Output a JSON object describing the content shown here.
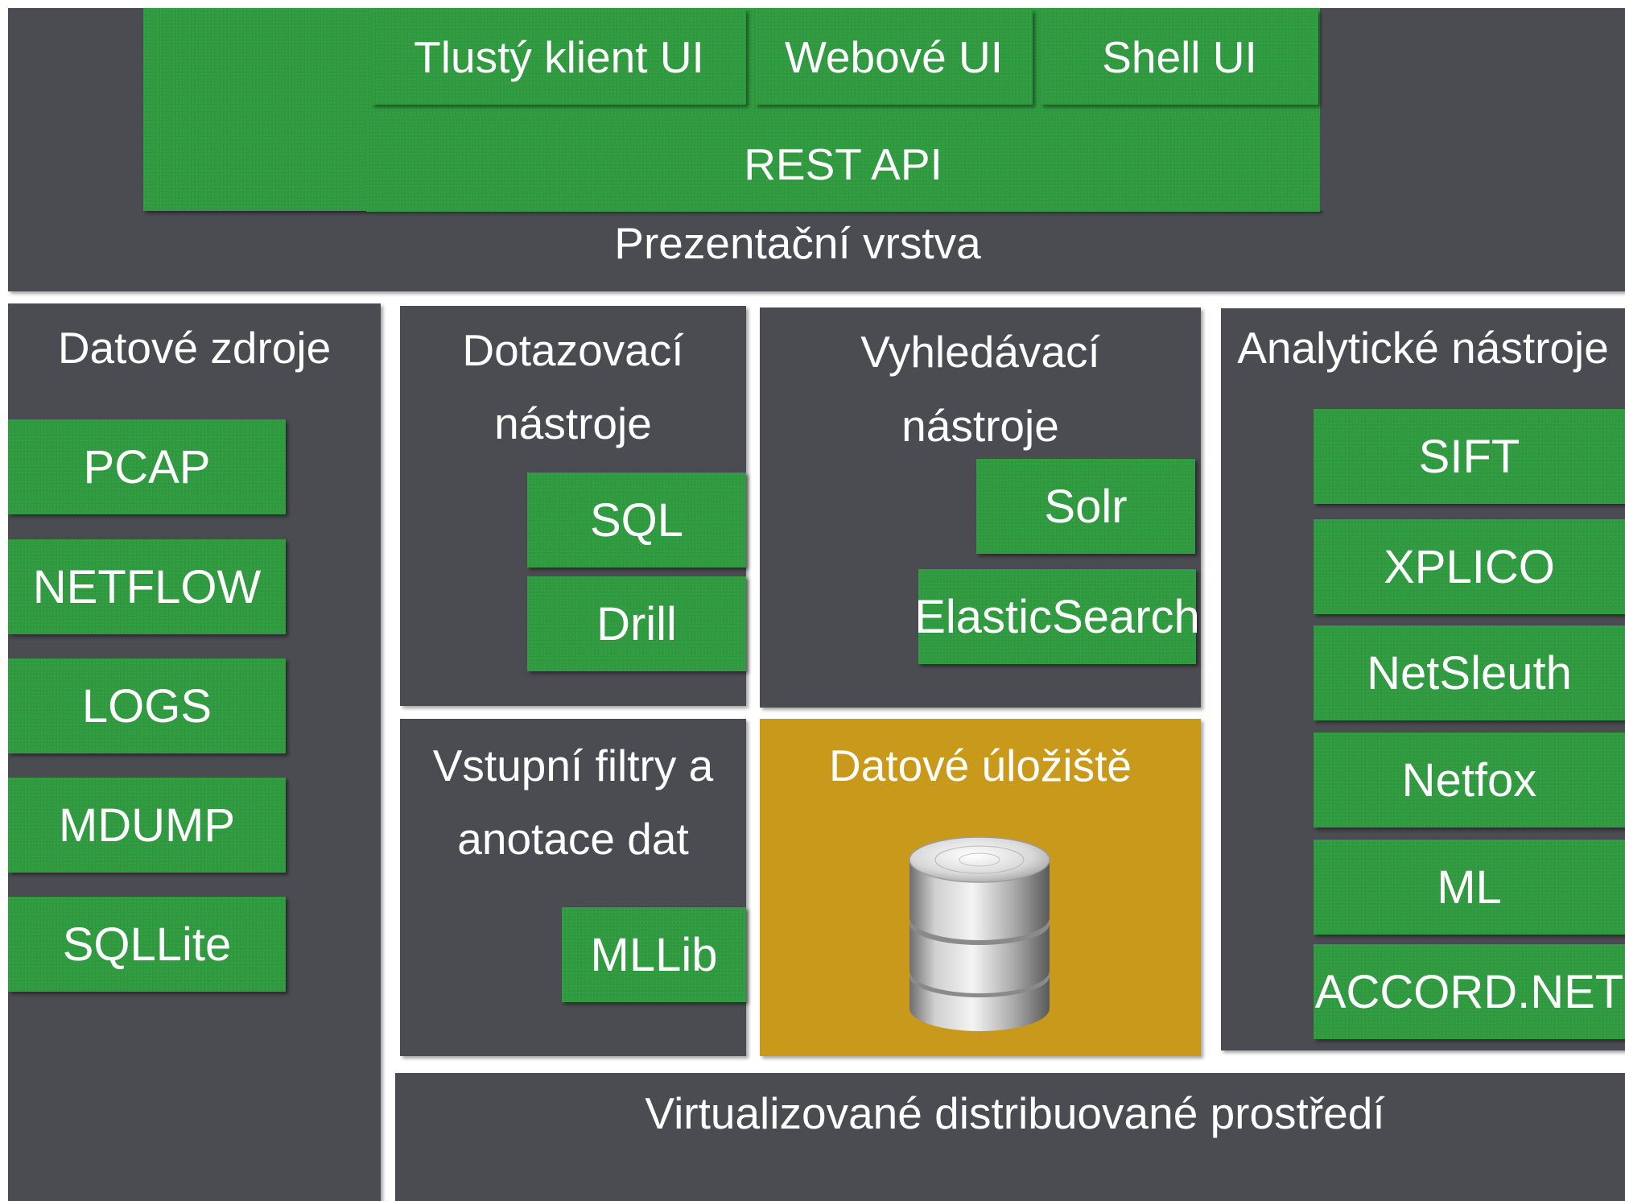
{
  "presentation": {
    "label": "Prezentační vrstva",
    "clients": [
      "Tlustý klient UI",
      "Webové UI",
      "Shell UI"
    ],
    "api": "REST API"
  },
  "data_sources": {
    "title": "Datové zdroje",
    "items": [
      "PCAP",
      "NETFLOW",
      "LOGS",
      "MDUMP",
      "SQLLite"
    ]
  },
  "query_tools": {
    "title_line1": "Dotazovací",
    "title_line2": "nástroje",
    "items": [
      "SQL",
      "Drill"
    ]
  },
  "search_tools": {
    "title_line1": "Vyhledávací",
    "title_line2": "nástroje",
    "items": [
      "Solr",
      "ElasticSearch"
    ]
  },
  "analytic_tools": {
    "title": "Analytické nástroje",
    "items": [
      "SIFT",
      "XPLICO",
      "NetSleuth",
      "Netfox",
      "ML",
      "ACCORD.NET"
    ]
  },
  "input_filters": {
    "title_line1": "Vstupní filtry a",
    "title_line2": "anotace dat",
    "items": [
      "MLLib"
    ]
  },
  "storage": {
    "title": "Datové úložiště",
    "icon": "database-icon",
    "color": "#c9991b"
  },
  "virtual_env": {
    "label": "Virtualizované distribuované prostředí"
  },
  "colors": {
    "panel": "#4b4c51",
    "component": "#2f9a3f",
    "storage": "#c9991b"
  }
}
